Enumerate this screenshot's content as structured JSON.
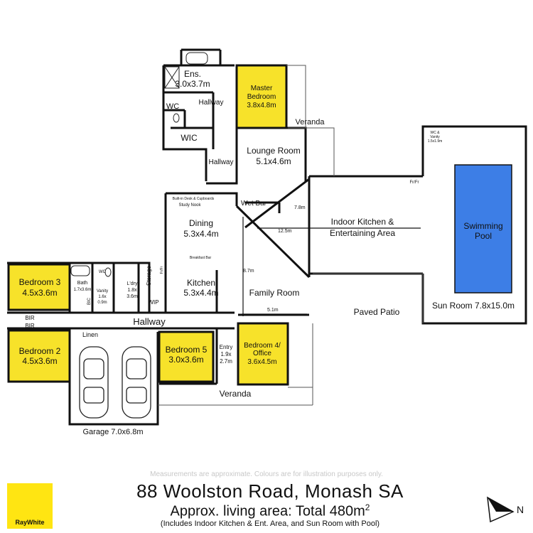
{
  "rooms": {
    "ensuite": {
      "name": "Ens.",
      "size": "3.0x3.7m"
    },
    "master": {
      "name": "Master",
      "name2": "Bedroom",
      "size": "3.8x4.8m"
    },
    "wc_top": {
      "name": "WC"
    },
    "hallway_top": {
      "name": "Hallway"
    },
    "wic": {
      "name": "WIC"
    },
    "veranda_top": {
      "name": "Veranda"
    },
    "lounge": {
      "name": "Lounge Room",
      "size": "5.1x4.6m"
    },
    "hallway_mid": {
      "name": "Hallway"
    },
    "study_nook": {
      "name": "Study Nook"
    },
    "built_in": {
      "name": "Built-in Desk & Cupboards"
    },
    "wet_bar": {
      "name": "Wet Bar"
    },
    "dining": {
      "name": "Dining",
      "size": "5.3x4.4m"
    },
    "breakfast_bar": {
      "name": "Breakfast Bar"
    },
    "kitchen": {
      "name": "Kitchen",
      "size": "5.3x4.4m"
    },
    "indoor_kitchen": {
      "name": "Indoor Kitchen &",
      "name2": "Entertaining Area"
    },
    "family": {
      "name": "Family Room"
    },
    "bedroom3": {
      "name": "Bedroom 3",
      "size": "4.5x3.6m"
    },
    "bath": {
      "name": "Bath",
      "size": "1.7x3.6m"
    },
    "wc_mid": {
      "name": "WC"
    },
    "vanity": {
      "name": "Vanity",
      "size": "1.6x",
      "size2": "0.9m"
    },
    "laundry": {
      "name": "L'dry",
      "size": "1.8x",
      "size2": "3.6m"
    },
    "storage": {
      "name": "Storage"
    },
    "fr": {
      "name": "Fr/Fr"
    },
    "fr2": {
      "name": "Fr/Fr"
    },
    "wip": {
      "name": "WIP"
    },
    "bic": {
      "name": "BIC"
    },
    "bir1": {
      "name": "BIR"
    },
    "bir2": {
      "name": "BIR"
    },
    "hallway_main": {
      "name": "Hallway"
    },
    "linen": {
      "name": "Linen"
    },
    "bedroom2": {
      "name": "Bedroom 2",
      "size": "4.5x3.6m"
    },
    "bedroom5": {
      "name": "Bedroom 5",
      "size": "3.0x3.6m"
    },
    "entry": {
      "name": "Entry",
      "size": "1.9x",
      "size2": "2.7m"
    },
    "bedroom4": {
      "name": "Bedroom 4/",
      "name2": "Office",
      "size": "3.6x4.5m"
    },
    "veranda_bottom": {
      "name": "Veranda"
    },
    "garage": {
      "name": "Garage 7.0x6.8m"
    },
    "paved_patio": {
      "name": "Paved Patio"
    },
    "pool": {
      "name": "Swimming",
      "name2": "Pool"
    },
    "sun_room": {
      "name": "Sun Room 7.8x15.0m"
    },
    "wc_vanity": {
      "name": "WC &",
      "name2": "Vanity",
      "size": "1.5x1.9m"
    }
  },
  "dimensions": {
    "d78": "7.8m",
    "d125": "12.5m",
    "d87": "8.7m",
    "d51": "5.1m"
  },
  "colors": {
    "bedroom_fill": "#f7e22a",
    "pool_fill": "#3d7ee6",
    "wall": "#111111",
    "logo_yellow": "#ffe512"
  },
  "footer": {
    "disclaimer": "Measurements are approximate. Colours are for illustration purposes only.",
    "address": "88 Woolston Road, Monash SA",
    "area_prefix": "Approx. living area: Total 480m",
    "area_sup": "2",
    "note": "(Includes Indoor Kitchen & Ent. Area, and Sun Room with Pool)",
    "brand": "RayWhite",
    "compass_letter": "N"
  },
  "icons": [
    "car-icon",
    "compass-icon",
    "bathtub-icon",
    "shower-icon",
    "toilet-icon"
  ]
}
